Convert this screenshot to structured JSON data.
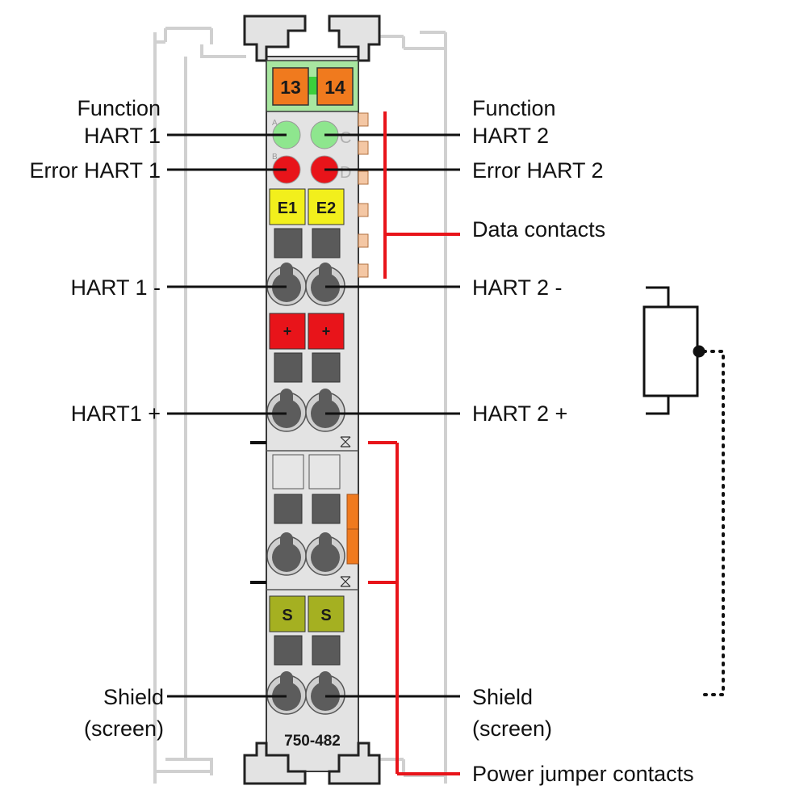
{
  "labels": {
    "function_hart1_line1": "Function",
    "function_hart1_line2": "HART 1",
    "function_hart2_line1": "Function",
    "function_hart2_line2": "HART 2",
    "error_hart1": "Error HART 1",
    "error_hart2": "Error HART 2",
    "data_contacts": "Data contacts",
    "hart1_minus": "HART 1 -",
    "hart2_minus": "HART 2 -",
    "hart1_plus": "HART1 +",
    "hart2_plus": "HART 2 +",
    "shield_left_line1": "Shield",
    "shield_left_line2": "(screen)",
    "shield_right_line1": "Shield",
    "shield_right_line2": "(screen)",
    "power_jumper_contacts": "Power jumper contacts"
  },
  "module": {
    "model": "750-482",
    "channel_1": "13",
    "channel_2": "14",
    "led_a": "A",
    "led_b": "B",
    "led_c": "C",
    "led_d": "D",
    "marker_e1": "E1",
    "marker_e2": "E2",
    "marker_plus_1": "+",
    "marker_plus_2": "+",
    "marker_s1": "S",
    "marker_s2": "S"
  },
  "colors": {
    "module_body": "#e3e3e3",
    "header_green": "#a8e6a0",
    "channel_orange": "#f07a1e",
    "led_green": "#8ee68e",
    "led_red": "#e8141a",
    "marker_yellow": "#f2ef1c",
    "marker_red": "#e8141a",
    "marker_olive": "#a5b021",
    "callout_red": "#e8141a"
  }
}
